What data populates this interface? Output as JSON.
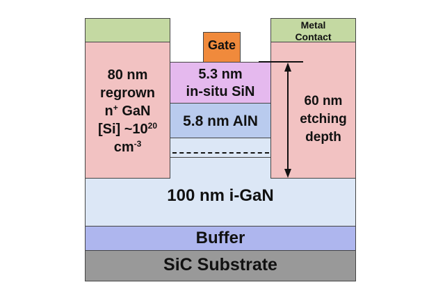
{
  "diagram": {
    "layers": {
      "substrate": "SiC Substrate",
      "buffer": "Buffer",
      "channel": "100 nm i-GaN",
      "barrier": "5.8 nm AlN",
      "passivation_line1": "5.3 nm",
      "passivation_line2": "in-situ SiN",
      "gate": "Gate"
    },
    "regrowth": {
      "line1": "80 nm",
      "line2": "regrown",
      "line3_base": "n",
      "line3_sup": "+",
      "line3_rest": " GaN",
      "line4_base": "[Si] ~10",
      "line4_sup": "20",
      "line5_base": "cm",
      "line5_sup": "-3"
    },
    "contact": {
      "line1": "Metal",
      "line2": "Contact"
    },
    "etch": {
      "line1": "60 nm",
      "line2": "etching",
      "line3": "depth"
    },
    "colors": {
      "substrate": "#999999",
      "buffer": "#aeb6ee",
      "channel": "#dce7f6",
      "barrier": "#b9cbee",
      "passivation": "#e5b9ee",
      "gate": "#f08a3c",
      "regrowth": "#f2c2c2",
      "contact": "#c4d9a2"
    }
  }
}
